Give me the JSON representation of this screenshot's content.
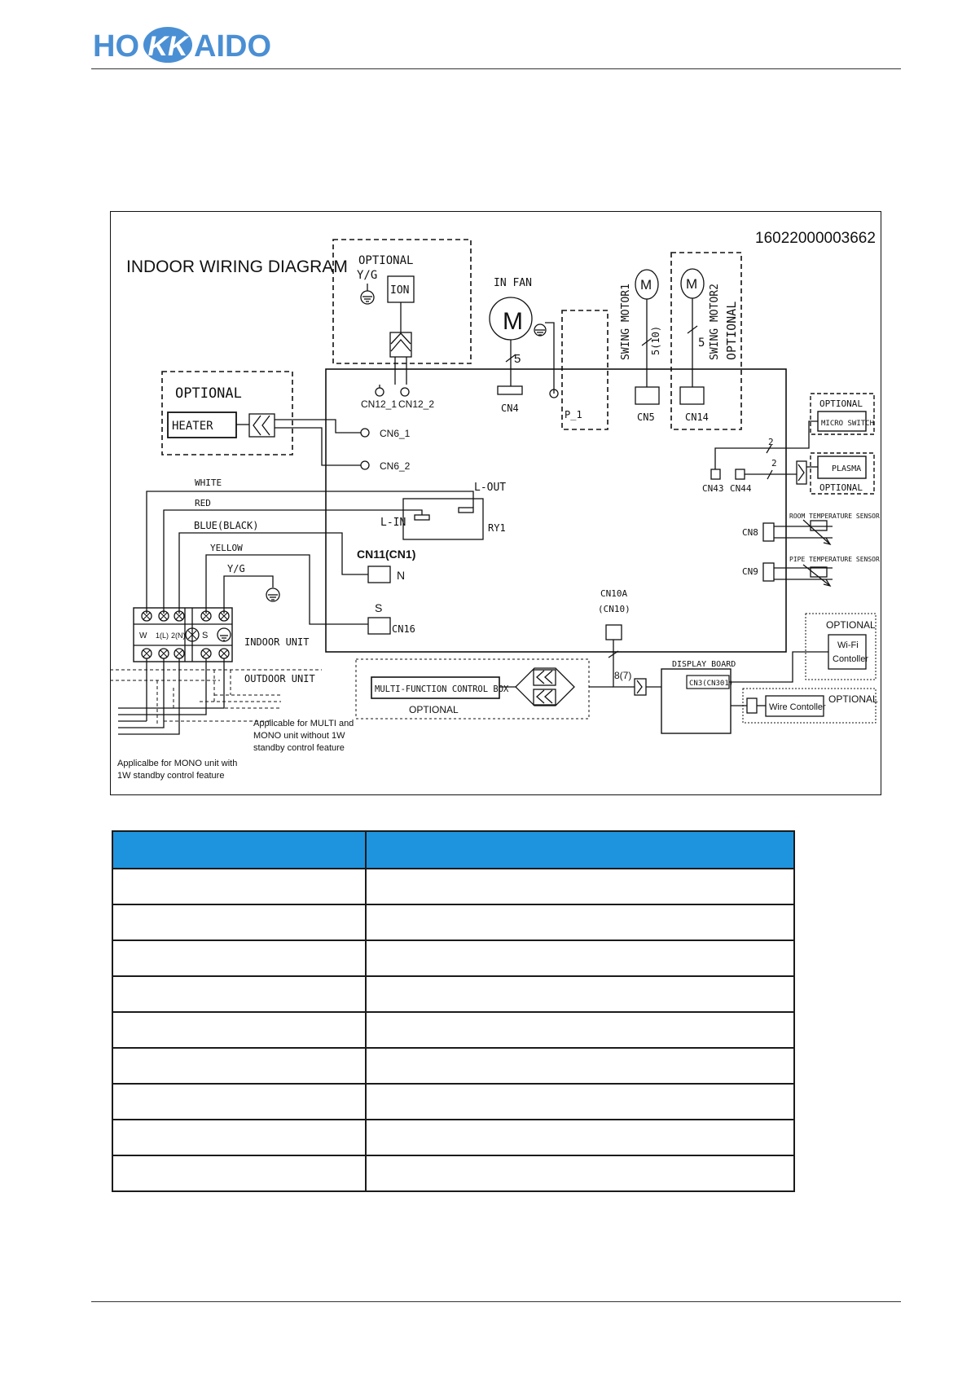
{
  "brand": {
    "name": "HOKKAIDO",
    "left": "HO",
    "mid": "KK",
    "right": "AIDO",
    "color": "#4a8fd4"
  },
  "diagram": {
    "title": "INDOOR WIRING DIAGRAM",
    "code": "16022000003662",
    "optional": "OPTIONAL",
    "yg": "Y/G",
    "ion": "ION",
    "in_fan": "IN FAN",
    "motor": "M",
    "fan_wires": "5",
    "swing_motor1": "SWING MOTOR1",
    "swing_motor1_wires": "5(10)",
    "swing_motor2": "SWING MOTOR2",
    "swing_motor2_wires": "5",
    "heater": "HEATER",
    "cn12_1": "CN12_1",
    "cn12_2": "CN12_2",
    "cn4": "CN4",
    "p1": "P_1",
    "cn5": "CN5",
    "cn14": "CN14",
    "cn6_1": "CN6_1",
    "cn6_2": "CN6_2",
    "micro_switch": "MICRO SWITCH",
    "plasma": "PLASMA",
    "two": "2",
    "cn43": "CN43",
    "cn44": "CN44",
    "white": "WHITE",
    "red": "RED",
    "blue": "BLUE(BLACK)",
    "yellow": "YELLOW",
    "l_out": "L-OUT",
    "l_in": "L-IN",
    "ry1": "RY1",
    "cn11": "CN11(CN1)",
    "n": "N",
    "s": "S",
    "cn16": "CN16",
    "cn8": "CN8",
    "room_sensor": "ROOM TEMPERATURE SENSOR",
    "cn9": "CN9",
    "pipe_sensor": "PIPE TEMPERATURE SENSOR",
    "cn10a": "CN10A",
    "cn10": "(CN10)",
    "eight": "8(7)",
    "display_board": "DISPLAY BOARD",
    "cn3": "CN3(CN301)",
    "mfcb": "MULTI-FUNCTION CONTROL BOX",
    "wifi1": "Wi-Fi",
    "wifi2": "Contoller",
    "wire_controller": "Wire Contoller",
    "indoor_unit": "INDOOR UNIT",
    "outdoor_unit": "OUTDOOR UNIT",
    "term_w": "W",
    "term_1l": "1(L)",
    "term_2n": "2(N)",
    "term_s": "S",
    "note_multi_1": "Applicable for MULTI and",
    "note_multi_2": "MONO unit without 1W",
    "note_multi_3": "standby control feature",
    "note_mono_1": "Applicalbe for MONO unit with",
    "note_mono_2": "1W standby control feature"
  },
  "table": {
    "header_color": "#1f94de",
    "rows": 9
  }
}
